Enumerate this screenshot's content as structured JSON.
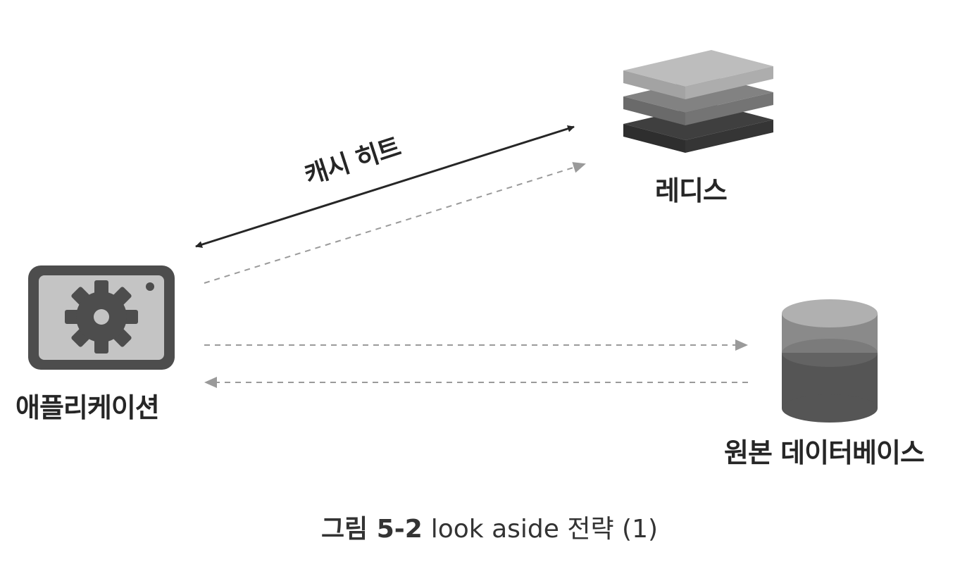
{
  "nodes": {
    "application": {
      "label": "애플리케이션",
      "icon": "gear-icon"
    },
    "redis": {
      "label": "레디스",
      "icon": "layers-stack-icon"
    },
    "database": {
      "label": "원본 데이터베이스",
      "icon": "database-cylinder-icon"
    }
  },
  "edges": {
    "cache_hit": {
      "label": "캐시 히트",
      "style": "solid",
      "direction": "both"
    }
  },
  "caption": {
    "number": "그림 5-2",
    "title": "look aside 전략 (1)"
  },
  "colors": {
    "solid_arrow": "#262626",
    "dashed_arrow": "#999999",
    "icon_dark": "#4d4d4d",
    "icon_mid": "#7a7a7a",
    "icon_light": "#b3b3b3"
  }
}
